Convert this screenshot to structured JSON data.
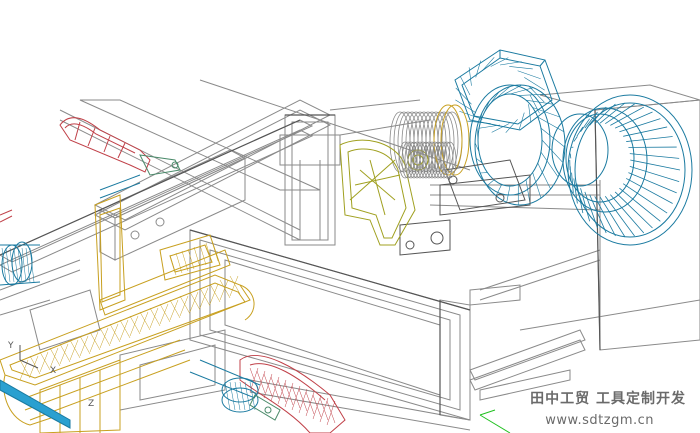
{
  "viewport": {
    "background": "#ffffff",
    "colors": {
      "frame": "#8a8a8a",
      "frame_dark": "#555555",
      "yellow_part": "#c8a020",
      "cyan_part": "#1a7aa0",
      "red_part": "#c04048",
      "green_axis": "#20c020",
      "olive_part": "#a0a020"
    }
  },
  "watermark": {
    "line1": "田中工贸    工具定制开发",
    "line2": "www.sdtzgm.cn"
  },
  "axis_labels": {
    "y": "Y",
    "x": "X",
    "z": "Z"
  }
}
